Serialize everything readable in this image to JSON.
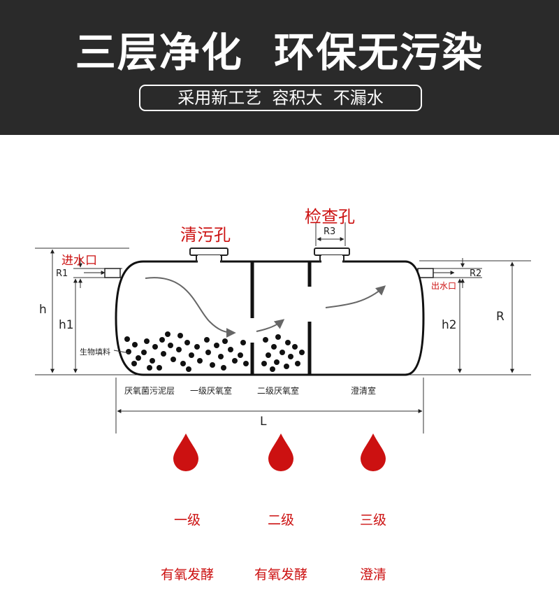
{
  "header": {
    "title": "三层净化  环保无污染",
    "subtitle": "采用新工艺  容积大  不漏水"
  },
  "diagram": {
    "cleanout_label": "清污孔",
    "inspection_label": "检查孔",
    "inspection_radius": "R3",
    "inlet_label": "进水口",
    "inlet_radius": "R1",
    "outlet_label": "出水口",
    "outlet_radius": "R2",
    "h": "h",
    "h1": "h1",
    "h2": "h2",
    "R": "R",
    "L": "L",
    "filler_label": "生物填料",
    "chambers": [
      "厌氧菌污泥层",
      "一级厌氧室",
      "二级厌氧室",
      "澄清室"
    ]
  },
  "stages": [
    {
      "line1": "一级",
      "line2": "有氧发酵"
    },
    {
      "line1": "二级",
      "line2": "有氧发酵"
    },
    {
      "line1": "三级",
      "line2": "澄清"
    }
  ],
  "colors": {
    "header_bg": "#2a2a2a",
    "accent_red": "#cc1111",
    "line": "#222222"
  }
}
